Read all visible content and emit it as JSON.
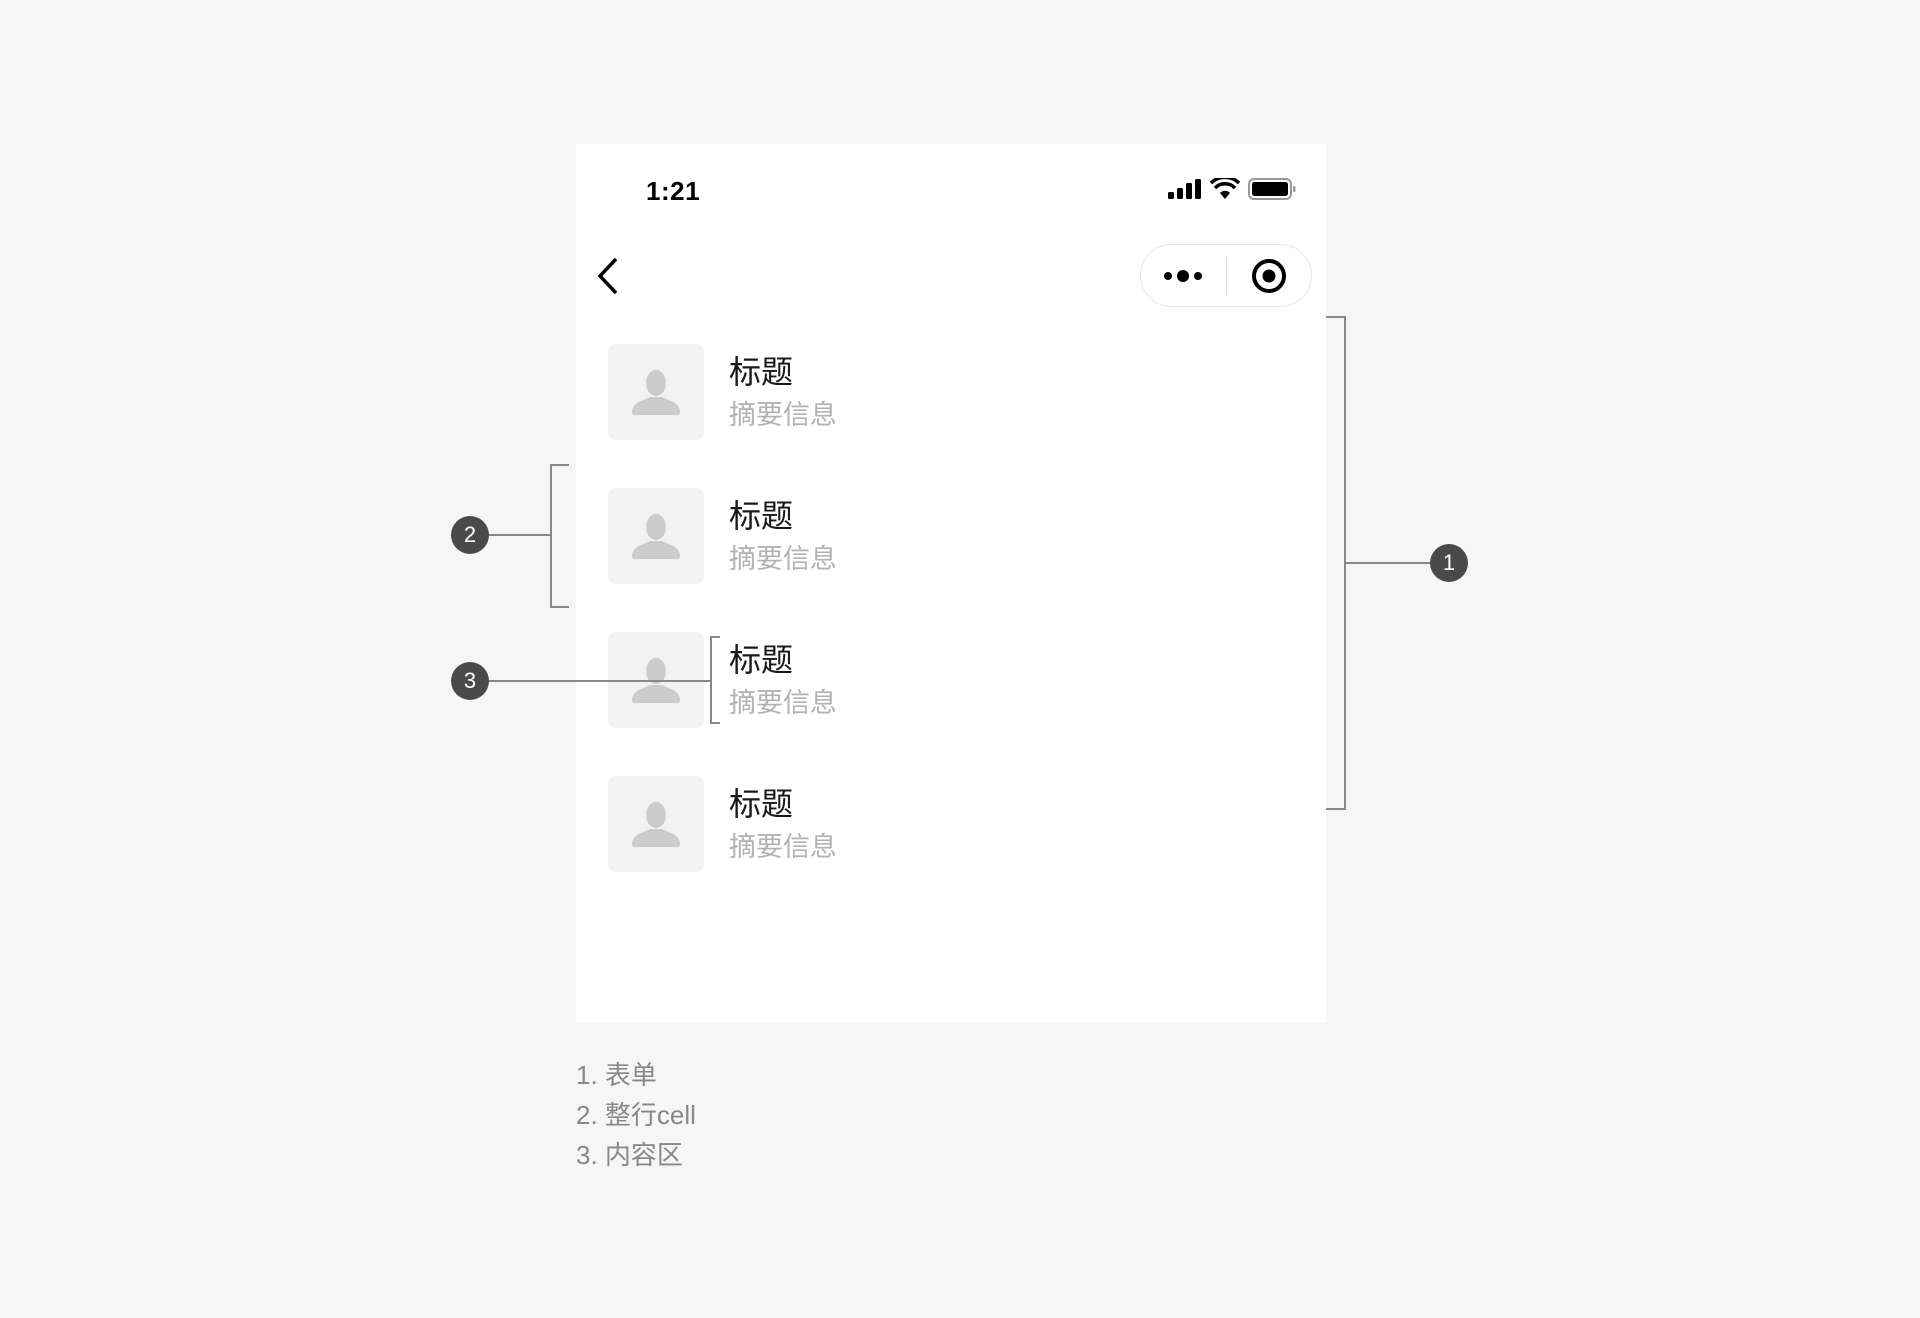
{
  "status_bar": {
    "time": "1:21",
    "icons": [
      "signal-icon",
      "wifi-icon",
      "battery-icon"
    ]
  },
  "nav_bar": {
    "back_icon": "chevron-left-icon",
    "capsule": {
      "more_icon": "more-dots-icon",
      "close_icon": "target-close-icon"
    }
  },
  "list": {
    "items": [
      {
        "title": "标题",
        "summary": "摘要信息",
        "avatar_icon": "user-icon"
      },
      {
        "title": "标题",
        "summary": "摘要信息",
        "avatar_icon": "user-icon"
      },
      {
        "title": "标题",
        "summary": "摘要信息",
        "avatar_icon": "user-icon"
      },
      {
        "title": "标题",
        "summary": "摘要信息",
        "avatar_icon": "user-icon"
      }
    ]
  },
  "annotations": {
    "badges": [
      "1",
      "2",
      "3"
    ],
    "legend": [
      "1. 表单",
      "2. 整行cell",
      "3. 内容区"
    ]
  },
  "colors": {
    "background": "#f6f6f6",
    "title": "#1a1a1a",
    "summary": "#b2b2b2",
    "badge": "#4a4a4a",
    "annotation_line": "#888888"
  }
}
